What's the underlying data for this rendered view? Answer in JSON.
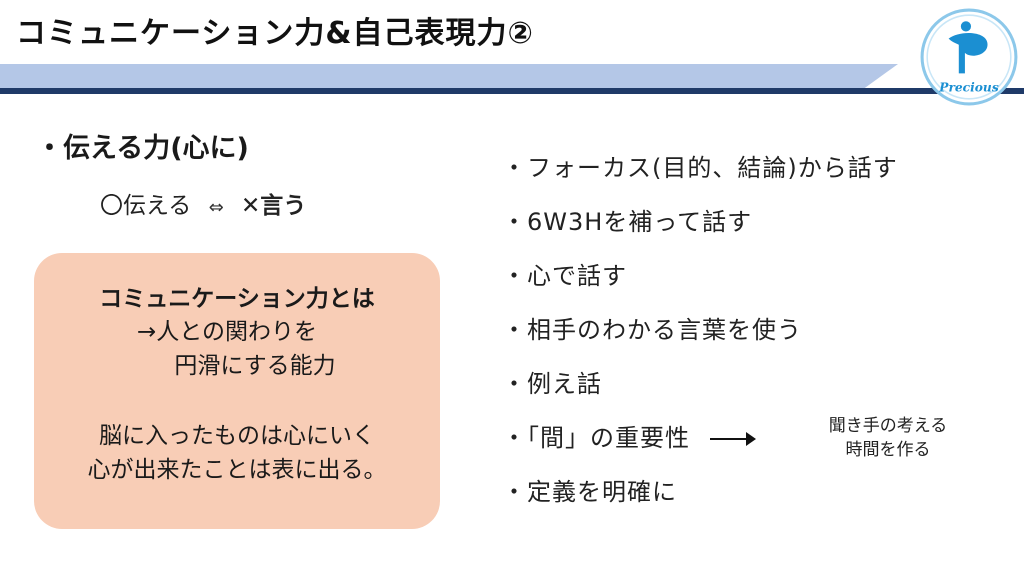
{
  "slide": {
    "title": "コミュニケーション力&自己表現力②"
  },
  "logo": {
    "text": "Precious",
    "icon": "precious-p-logo"
  },
  "left": {
    "heading": "・伝える力(心に)",
    "contrast": {
      "good": "〇伝える",
      "arrow": "⇔",
      "bad": "✕言う"
    },
    "box": {
      "title": "コミュニケーション力とは",
      "line1": "→人との関わりを",
      "line2": "円滑にする能力",
      "line3": "脳に入ったものは心にいく",
      "line4": "心が出来たことは表に出る。"
    }
  },
  "right": {
    "items": [
      "・フォーカス(目的、結論)から話す",
      "・6W3Hを補って話す",
      "・心で話す",
      "・相手のわかる言葉を使う",
      "・例え話",
      "・「間」の重要性",
      "・定義を明確に"
    ],
    "note": {
      "line1": "聞き手の考える",
      "line2": "時間を作る"
    }
  },
  "colors": {
    "band_light": "#b4c7e7",
    "band_dark": "#1f3a68",
    "box_fill": "#f8cdb6",
    "logo_blue": "#1b8fd2"
  }
}
